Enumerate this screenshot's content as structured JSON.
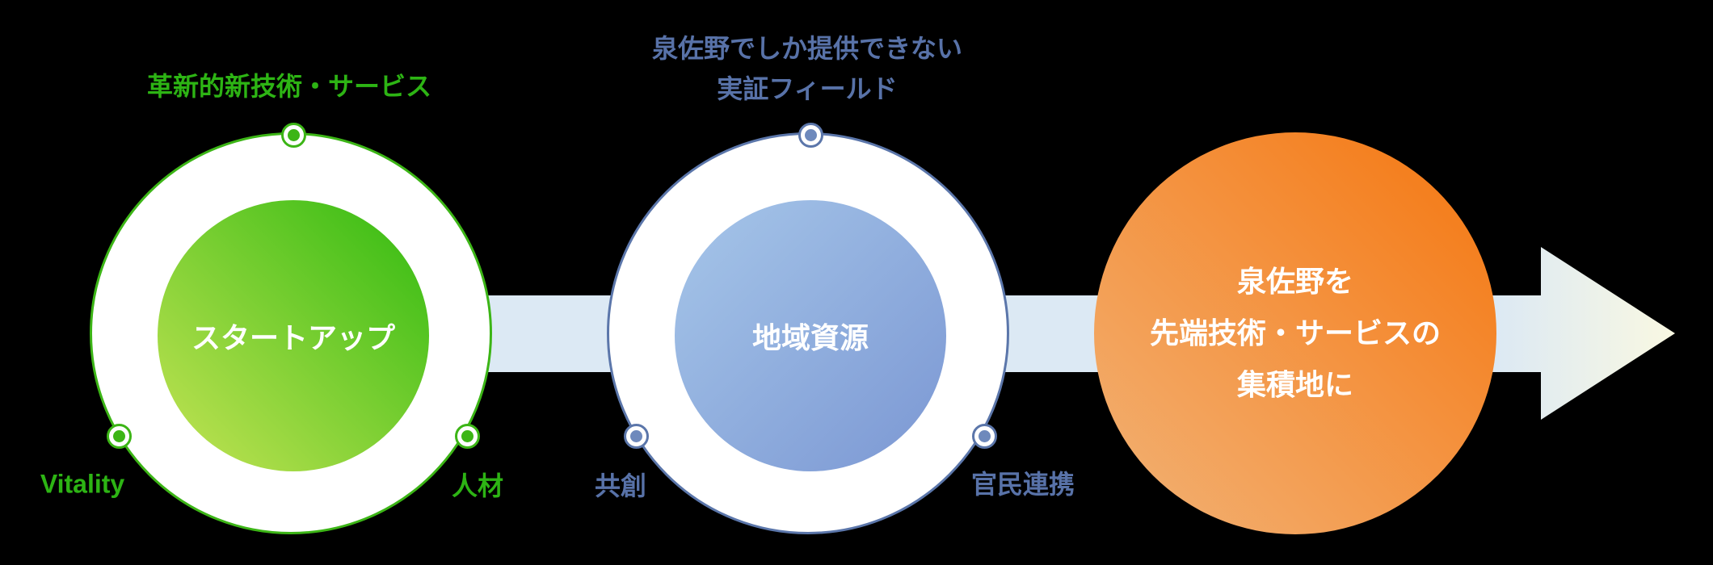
{
  "css_vars": {
    "--bg": "#000000",
    "--green-ring": "#3cb516",
    "--green-text": "#2db414",
    "--green-grad-a": "#c6e455",
    "--green-grad-b": "#30ba10",
    "--blue-ring": "#5b76aa",
    "--blue-text": "#5872a8",
    "--blue-dot": "#6e89bc",
    "--blue-grad-a": "#a6c6e9",
    "--blue-grad-b": "#7b97d3",
    "--orange-grad-a": "#f2b377",
    "--orange-grad-b": "#f5760f",
    "--band-color": "#dce9f4",
    "--arrow-tip-color": "#f9f8e2"
  },
  "steps": [
    {
      "name": "startup",
      "center_label": "スタートアップ",
      "satellites": {
        "top": "革新的新技術・サービス",
        "bottom_left": "Vitality",
        "bottom_right": "人材"
      },
      "colors": {
        "ring": "#3cb516",
        "label_text": "#2db414",
        "fill_gradient": [
          "#c6e455",
          "#30ba10"
        ]
      }
    },
    {
      "name": "regional-resources",
      "center_label": "地域資源",
      "satellites": {
        "top_lines": [
          "泉佐野でしか提供できない",
          "実証フィールド"
        ],
        "bottom_left": "共創",
        "bottom_right": "官民連携"
      },
      "colors": {
        "ring": "#5b76aa",
        "label_text": "#5872a8",
        "node_dot": "#6e89bc",
        "fill_gradient": [
          "#a6c6e9",
          "#7b97d3"
        ]
      }
    },
    {
      "name": "goal",
      "lines": [
        "泉佐野を",
        "先端技術・サービスの",
        "集積地に"
      ],
      "colors": {
        "fill_gradient": [
          "#f2b377",
          "#f5760f"
        ]
      }
    }
  ],
  "connectors": {
    "band_color": "#dce9f4",
    "arrow_gradient": [
      "#dce9f4",
      "#f9f8e2"
    ]
  }
}
